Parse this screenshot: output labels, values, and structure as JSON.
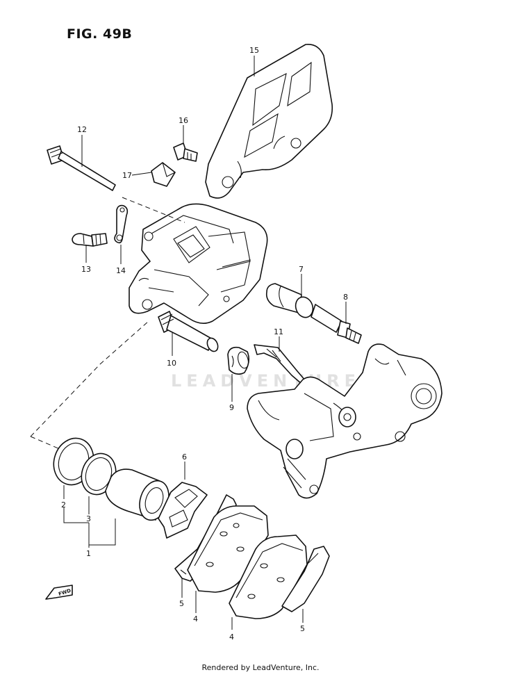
{
  "figure": {
    "title": "FIG. 49B"
  },
  "watermark": "LEADVENTURE",
  "footer": "Rendered by LeadVenture, Inc.",
  "fwd_label": "FWD",
  "callouts": [
    {
      "id": "c1",
      "text": "1"
    },
    {
      "id": "c2",
      "text": "2"
    },
    {
      "id": "c3",
      "text": "3"
    },
    {
      "id": "c4a",
      "text": "4"
    },
    {
      "id": "c4b",
      "text": "4"
    },
    {
      "id": "c5a",
      "text": "5"
    },
    {
      "id": "c5b",
      "text": "5"
    },
    {
      "id": "c6",
      "text": "6"
    },
    {
      "id": "c7",
      "text": "7"
    },
    {
      "id": "c8",
      "text": "8"
    },
    {
      "id": "c9",
      "text": "9"
    },
    {
      "id": "c10",
      "text": "10"
    },
    {
      "id": "c11",
      "text": "11"
    },
    {
      "id": "c12",
      "text": "12"
    },
    {
      "id": "c13",
      "text": "13"
    },
    {
      "id": "c14",
      "text": "14"
    },
    {
      "id": "c15",
      "text": "15"
    },
    {
      "id": "c16",
      "text": "16"
    },
    {
      "id": "c17",
      "text": "17"
    }
  ]
}
